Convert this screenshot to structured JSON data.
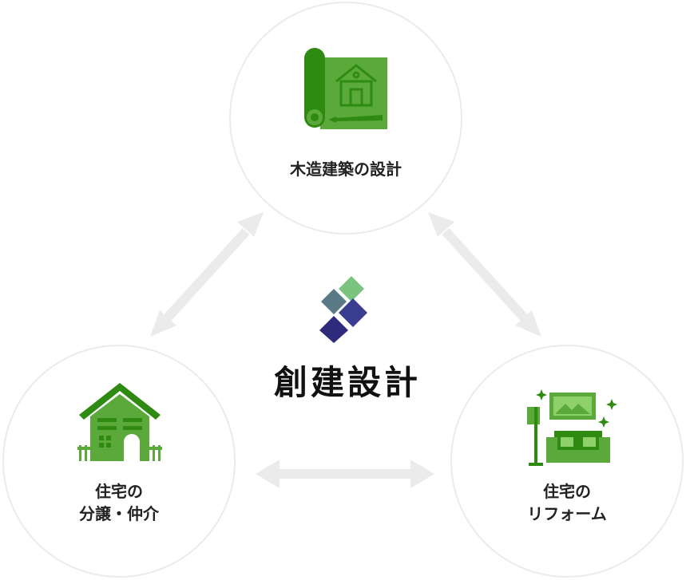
{
  "center": {
    "brand_name": "創建設計",
    "logo_colors": [
      "#7bc47f",
      "#5a7b85",
      "#3a3d8f",
      "#2e2a7c"
    ]
  },
  "services": [
    {
      "label_lines": [
        "木造建築の設計"
      ],
      "icon": "blueprint-house-icon"
    },
    {
      "label_lines": [
        "住宅の",
        "分譲・仲介"
      ],
      "icon": "house-icon"
    },
    {
      "label_lines": [
        "住宅の",
        "リフォーム"
      ],
      "icon": "living-room-icon"
    }
  ],
  "colors": {
    "green_dark": "#2f8a12",
    "green_mid": "#5aa93a",
    "green_light": "#8ed16b",
    "arrow_gray": "#ebebeb",
    "circle_border": "#ebebeb"
  }
}
